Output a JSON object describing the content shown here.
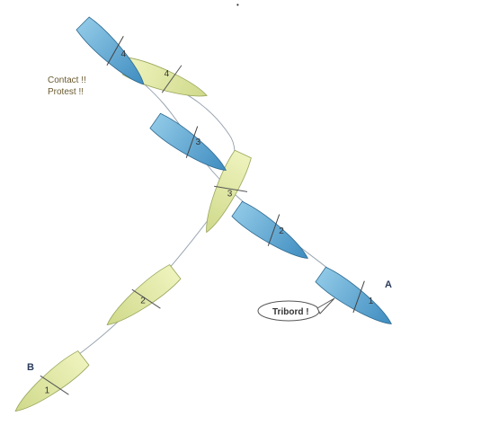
{
  "labels": {
    "point_a": "A",
    "point_b": "B"
  },
  "notes": {
    "contact": "Contact !!",
    "protest": "Protest !!"
  },
  "speech": {
    "tribord": "Tribord !"
  },
  "boats": {
    "blue": {
      "color": "#5aa9d4",
      "numbers": [
        "1",
        "2",
        "3",
        "4"
      ]
    },
    "yellow": {
      "color": "#dfe79a",
      "numbers": [
        "1",
        "2",
        "3",
        "4"
      ]
    }
  },
  "marks": {
    "dot": "•"
  }
}
